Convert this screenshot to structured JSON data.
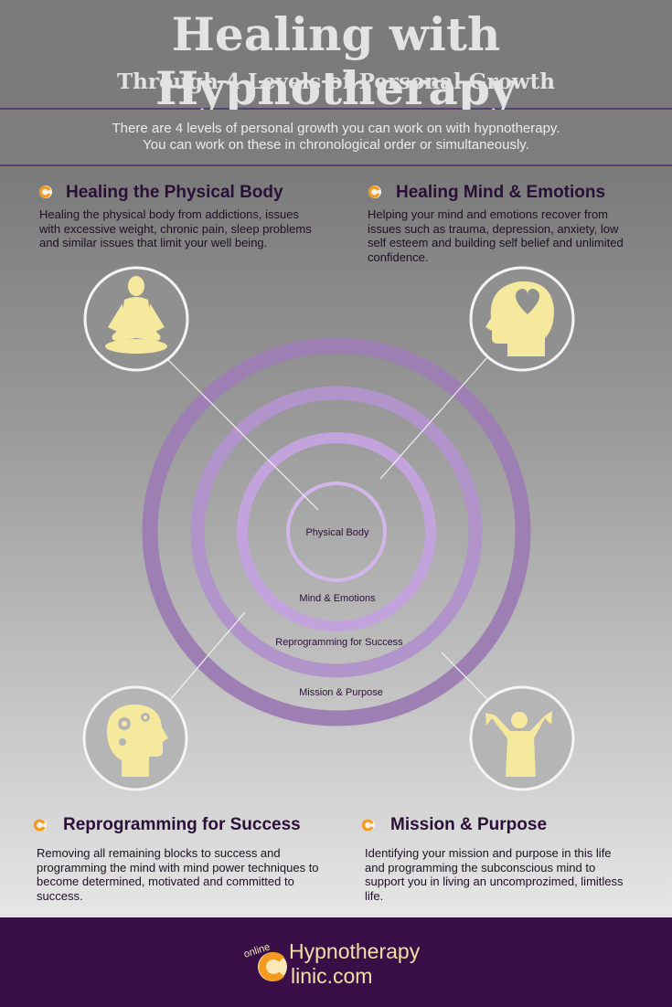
{
  "header": {
    "title": "Healing with Hypnotherapy",
    "subtitle": "Through 4 Levels of Personal Growth"
  },
  "intro": {
    "line1": "There are 4 levels of personal growth you can work on with hypnotherapy.",
    "line2": "You can work on these in chronological order or simultaneously."
  },
  "sections": {
    "physical": {
      "title": "Healing the Physical Body",
      "desc": "Healing the physical body from addictions, issues with excessive weight, chronic pain, sleep problems and similar issues that limit your well being.",
      "icon": "meditation-icon"
    },
    "mind": {
      "title": "Healing Mind & Emotions",
      "desc": "Helping your mind and emotions recover from issues such as trauma, depression, anxiety, low self esteem and building self belief and unlimited confidence.",
      "icon": "heart-head-icon"
    },
    "reprogramming": {
      "title": "Reprogramming  for Success",
      "desc": "Removing all remaining blocks to success and programming the mind with mind power techniques to become determined, motivated and committed to success.",
      "icon": "gears-head-icon"
    },
    "mission": {
      "title": "Mission &  Purpose",
      "desc": "Identifying your mission and purpose in this life and  programming the subconscious mind to support you in living an uncomprozimed, limitless life.",
      "icon": "raised-arms-icon"
    }
  },
  "rings": {
    "inner": "Physical Body",
    "second": "Mind & Emotions",
    "third": "Reprogramming for Success",
    "outer": "Mission & Purpose"
  },
  "footer": {
    "logo_small": "online",
    "logo_line1": "Hypnotherapy",
    "logo_line2": "linic.com"
  },
  "colors": {
    "accent_purple": "#3a0f47",
    "ring_outer": "#9d7fb4",
    "ring_mid": "#b596cc",
    "ring_inner": "#cdb0e6",
    "icon_yellow": "#f4e99c",
    "bullet_orange": "#f39a1f"
  }
}
